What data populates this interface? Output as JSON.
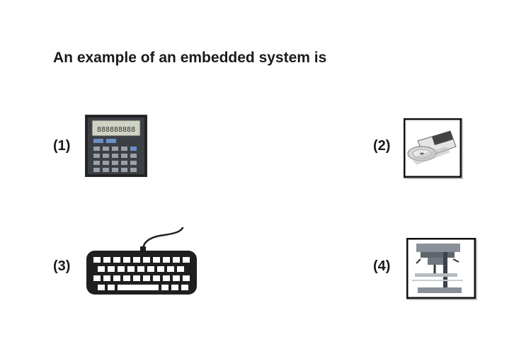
{
  "question": {
    "text": "An example of an embedded system is"
  },
  "options": [
    {
      "label": "(1)",
      "icon": "calculator-icon"
    },
    {
      "label": "(2)",
      "icon": "cd-drive-icon"
    },
    {
      "label": "(3)",
      "icon": "keyboard-icon"
    },
    {
      "label": "(4)",
      "icon": "drill-press-icon"
    }
  ]
}
